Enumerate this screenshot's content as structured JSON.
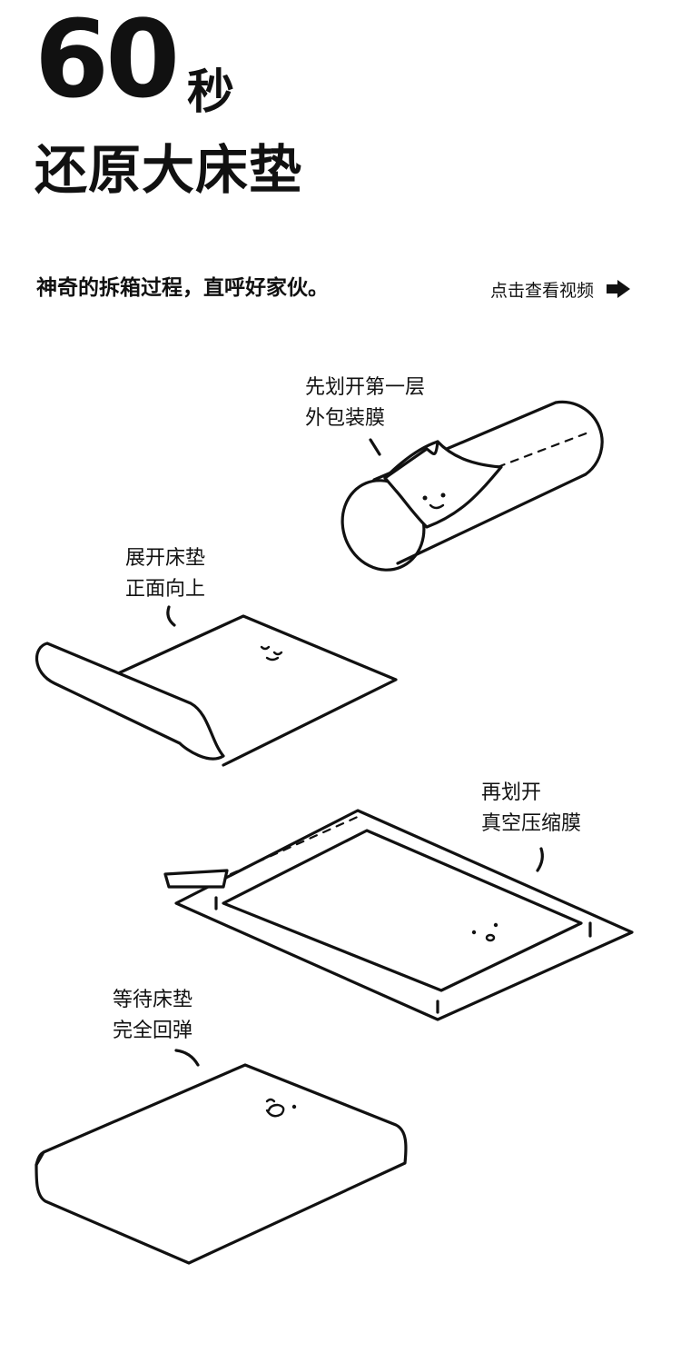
{
  "hero": {
    "number": "60",
    "unit": "秒",
    "headline": "还原大床垫"
  },
  "subtitle": "神奇的拆箱过程，直呼好家伙。",
  "video_link": {
    "label": "点击查看视频",
    "icon": "arrow-right-icon"
  },
  "steps": [
    {
      "line1": "先划开第一层",
      "line2": "外包装膜"
    },
    {
      "line1": "展开床垫",
      "line2": "正面向上"
    },
    {
      "line1": "再划开",
      "line2": "真空压缩膜"
    },
    {
      "line1": "等待床垫",
      "line2": "完全回弹"
    }
  ],
  "colors": {
    "ink": "#111111",
    "background": "#ffffff"
  }
}
